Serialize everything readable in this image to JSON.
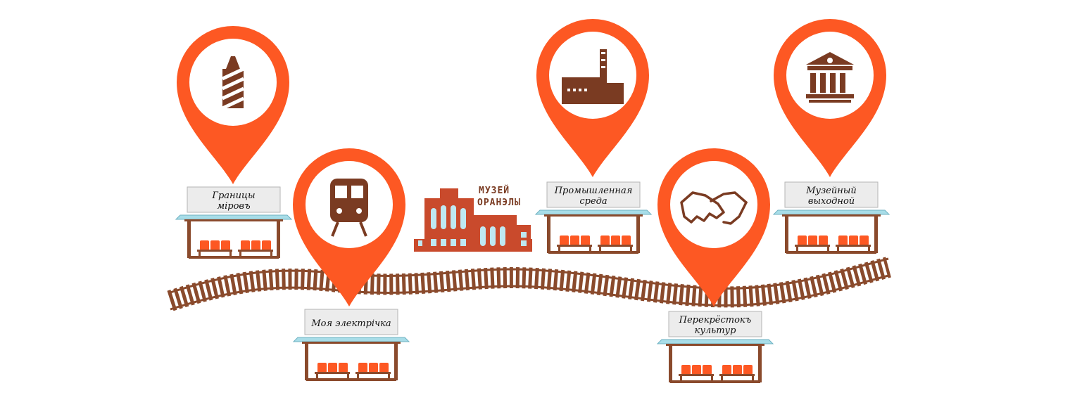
{
  "colors": {
    "pin": "#fd5823",
    "icon": "#7a3b22",
    "rail": "#8a4a2c",
    "platform": "#a8dde8",
    "seat": "#fd5823",
    "sign_fill": "#ececec",
    "sign_border": "#b5b5b5",
    "museum_window": "#bfe8f2"
  },
  "museum": {
    "line1": "МУЗЕЙ",
    "line2": "ОРАНЭЛЫ"
  },
  "stations": [
    {
      "id": "granicy",
      "label_lines": [
        "Границы",
        "мiровъ"
      ],
      "icon": "lighthouse-icon"
    },
    {
      "id": "elektrichka",
      "label_lines": [
        "Моя электрiчка"
      ],
      "icon": "train-icon"
    },
    {
      "id": "sreda",
      "label_lines": [
        "Промышленная",
        "среда"
      ],
      "icon": "factory-icon"
    },
    {
      "id": "perekrestok",
      "label_lines": [
        "Перекрёстокъ",
        "культур"
      ],
      "icon": "handshake-icon"
    },
    {
      "id": "vyhodnoy",
      "label_lines": [
        "Музейный",
        "выходной"
      ],
      "icon": "museum-building-icon"
    }
  ]
}
